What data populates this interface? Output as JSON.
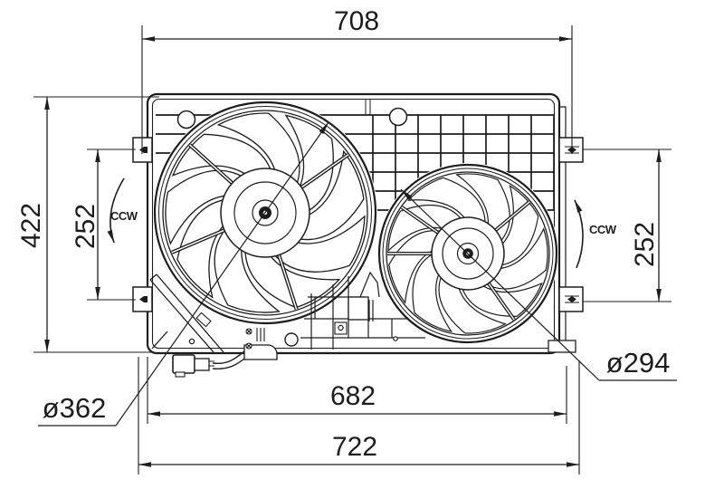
{
  "drawing": {
    "subject": "dual radiator cooling fan assembly - dimensioned technical drawing",
    "line_color": "#1d1d1d",
    "background_color": "#ffffff",
    "dims": {
      "top_width": "708",
      "left_height": "422",
      "left_mount_pitch": "252",
      "right_mount_pitch": "252",
      "inner_width": "682",
      "overall_width": "722",
      "fan_left_dia": "ø362",
      "fan_right_dia": "ø294"
    },
    "rotation": {
      "left": "CCW",
      "right": "CCW"
    }
  }
}
